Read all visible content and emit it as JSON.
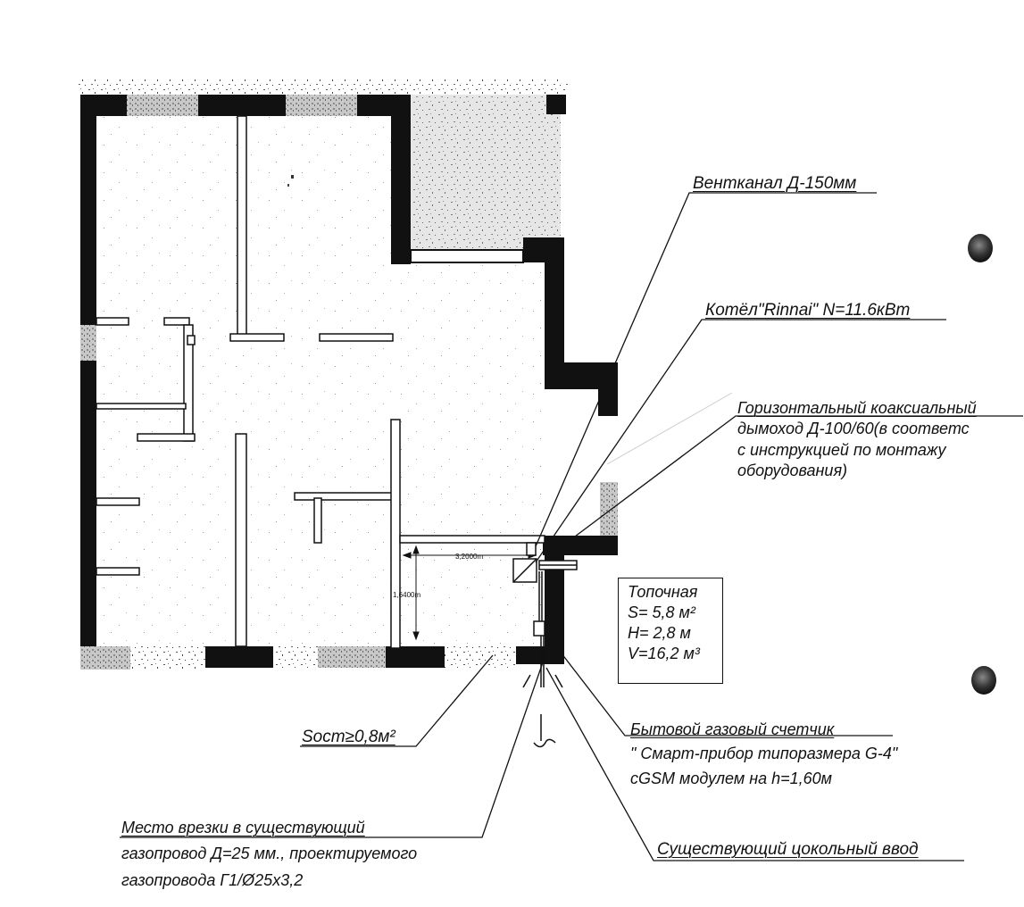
{
  "labels": {
    "ventkanal": "Вентканал Д-150мм",
    "boiler": "Котёл\"Rinnai\" N=11.6кВт",
    "chimney": [
      "Горизонтальный коаксиальный",
      "дымоход Д-100/60(в соответс",
      "с инструкцией по монтажу",
      "оборудования)"
    ],
    "socm": "Socm≥0,8м²",
    "meter": [
      "Бытовой газовый счетчик",
      "\" Смарт-прибор типоразмера G-4\"",
      "cGSM  модулем на h=1,60м"
    ],
    "insertion": [
      "Место врезки в существующий",
      "газопровод Д=25 мм., проектируемого",
      "газопровода Г1/Ø25х3,2"
    ],
    "inlet": "Существующий цокольный ввод"
  },
  "room": {
    "name": "Топочная",
    "area": "S=  5,8  м²",
    "height": "H=  2,8  м",
    "volume": "V=16,2 м³"
  },
  "dimensions": {
    "width": "3,2000m",
    "height": "1,6400m"
  },
  "colors": {
    "wall": "#111111",
    "ink": "#111111",
    "hatch": "#9a9a9a"
  }
}
